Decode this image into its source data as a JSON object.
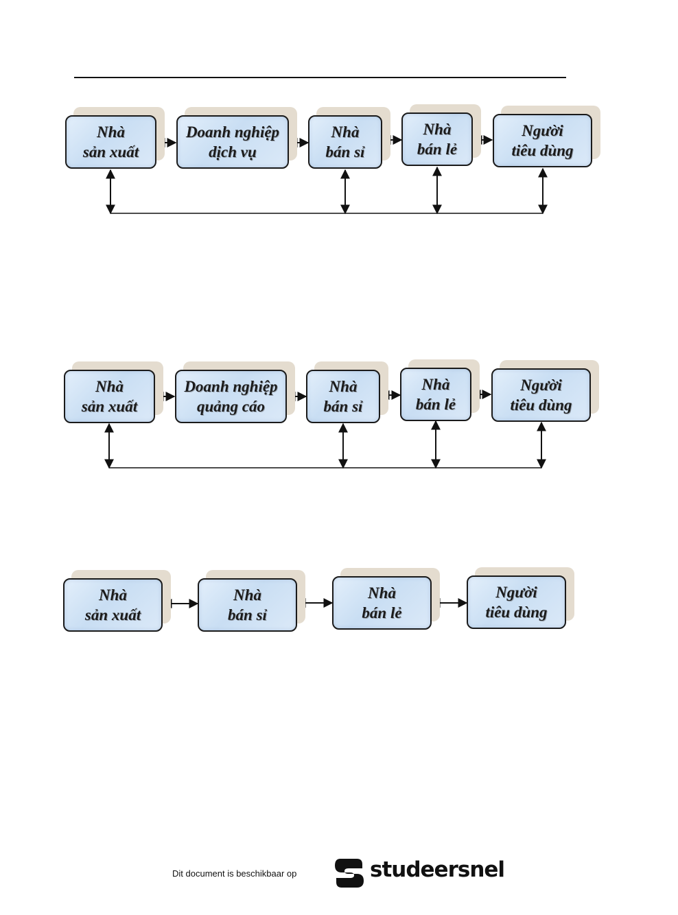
{
  "diagrams": [
    {
      "nodes": [
        {
          "line1": "Nhà",
          "line2": "sản xuất"
        },
        {
          "line1": "Doanh nghiệp",
          "line2": "dịch vụ"
        },
        {
          "line1": "Nhà",
          "line2": "bán sỉ"
        },
        {
          "line1": "Nhà",
          "line2": "bán lẻ"
        },
        {
          "line1": "Người",
          "line2": "tiêu dùng"
        }
      ]
    },
    {
      "nodes": [
        {
          "line1": "Nhà",
          "line2": "sản xuất"
        },
        {
          "line1": "Doanh nghiệp",
          "line2": "quảng cáo"
        },
        {
          "line1": "Nhà",
          "line2": "bán sỉ"
        },
        {
          "line1": "Nhà",
          "line2": "bán lẻ"
        },
        {
          "line1": "Người",
          "line2": "tiêu dùng"
        }
      ]
    },
    {
      "nodes": [
        {
          "line1": "Nhà",
          "line2": "sản xuất"
        },
        {
          "line1": "Nhà",
          "line2": "bán sỉ"
        },
        {
          "line1": "Nhà",
          "line2": "bán lẻ"
        },
        {
          "line1": "Người",
          "line2": "tiêu dùng"
        }
      ]
    }
  ],
  "footer": {
    "text": "Dit document is beschikbaar op",
    "brand": "studeersnel"
  }
}
